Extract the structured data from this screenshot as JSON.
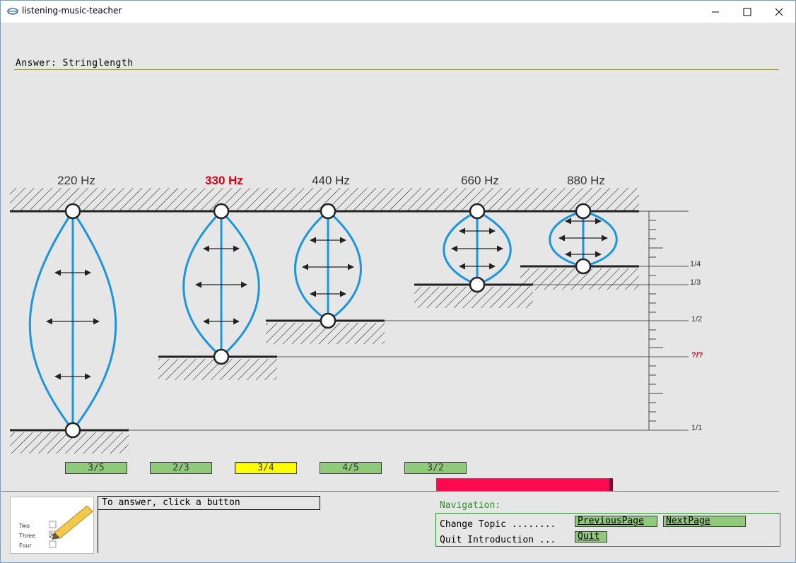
{
  "window": {
    "title": "listening-music-teacher"
  },
  "answer": {
    "text": "Answer: Stringlength"
  },
  "diagram": {
    "frequencies": [
      {
        "label": "220 Hz",
        "highlight": false
      },
      {
        "label": "330 Hz",
        "highlight": true
      },
      {
        "label": "440 Hz",
        "highlight": false
      },
      {
        "label": "660 Hz",
        "highlight": false
      },
      {
        "label": "880 Hz",
        "highlight": false
      }
    ],
    "scale_labels": [
      "1/4",
      "1/3",
      "1/2",
      "?/?",
      "1/1"
    ],
    "colors": {
      "string": "#1a96e0",
      "highlight": "#d0021b"
    }
  },
  "choices": [
    {
      "label": "3/5",
      "selected": false
    },
    {
      "label": "2/3",
      "selected": false
    },
    {
      "label": "3/4",
      "selected": true
    },
    {
      "label": "4/5",
      "selected": false
    },
    {
      "label": "3/2",
      "selected": false
    }
  ],
  "progress": {
    "color": "#ff0a50"
  },
  "prompt": {
    "text": "To answer, click a button"
  },
  "thumbnail": {
    "options": [
      "Two",
      "Three",
      "Four"
    ]
  },
  "navigation": {
    "title": "Navigation:",
    "change_topic": "Change Topic ........",
    "quit_intro": "Quit Introduction ...",
    "previous": "PreviousPage",
    "next": "NextPage",
    "quit": "Quit"
  }
}
